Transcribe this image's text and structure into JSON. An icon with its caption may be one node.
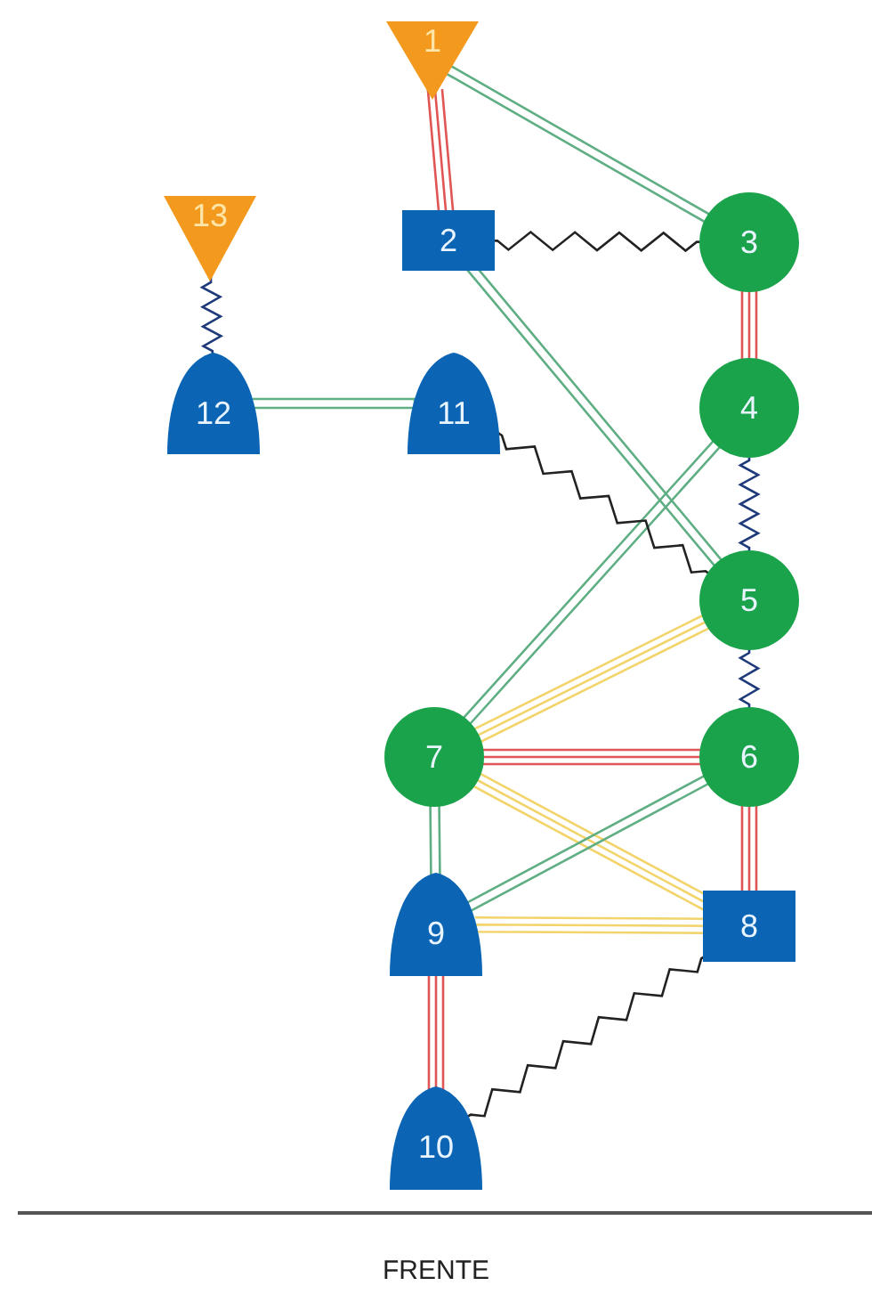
{
  "diagram": {
    "nodes": [
      {
        "text": [
          "1"
        ]
      },
      {
        "text": [
          "2"
        ]
      },
      {
        "text": [
          "3"
        ]
      },
      {
        "text": [
          "4"
        ]
      },
      {
        "text": [
          "5"
        ]
      },
      {
        "text": [
          "6"
        ]
      },
      {
        "text": [
          "7"
        ]
      },
      {
        "text": [
          "8"
        ]
      },
      {
        "text": [
          "9"
        ]
      },
      {
        "text": [
          "10"
        ]
      },
      {
        "text": [
          "11"
        ]
      },
      {
        "text": [
          "12"
        ]
      },
      {
        "text": [
          "13"
        ]
      }
    ],
    "edges": [
      {
        "from": 0,
        "to": 1,
        "arrow": "none",
        "color": "#e05555"
      },
      {
        "from": 0,
        "to": 2,
        "arrow": "none",
        "color": "#5fae84"
      },
      {
        "from": 1,
        "to": 2,
        "arrow": "none",
        "color": "#222222"
      },
      {
        "from": 1,
        "to": 4,
        "arrow": "none",
        "color": "#5fae84"
      },
      {
        "from": 2,
        "to": 3,
        "arrow": "none",
        "color": "#e05555"
      },
      {
        "from": 3,
        "to": 4,
        "arrow": "none",
        "color": "#1f3a7a"
      },
      {
        "from": 3,
        "to": 6,
        "arrow": "none",
        "color": "#5fae84"
      },
      {
        "from": 10,
        "to": 4,
        "arrow": "none",
        "color": "#222222"
      },
      {
        "from": 11,
        "to": 10,
        "arrow": "none",
        "color": "#5fae84"
      },
      {
        "from": 12,
        "to": 11,
        "arrow": "none",
        "color": "#1f3a7a"
      },
      {
        "from": 6,
        "to": 4,
        "arrow": "none",
        "color": "#f2d46a"
      },
      {
        "from": 4,
        "to": 5,
        "arrow": "none",
        "color": "#1f3a7a"
      },
      {
        "from": 6,
        "to": 5,
        "arrow": "none",
        "color": "#e05555"
      },
      {
        "from": 6,
        "to": 7,
        "arrow": "none",
        "color": "#f2d46a"
      },
      {
        "from": 5,
        "to": 8,
        "arrow": "none",
        "color": "#5fae84"
      },
      {
        "from": 5,
        "to": 7,
        "arrow": "none",
        "color": "#e05555"
      },
      {
        "from": 6,
        "to": 8,
        "arrow": "none",
        "color": "#5fae84"
      },
      {
        "from": 8,
        "to": 7,
        "arrow": "none",
        "color": "#f2d46a"
      },
      {
        "from": 8,
        "to": 9,
        "arrow": "none",
        "color": "#e05555"
      },
      {
        "from": 9,
        "to": 7,
        "arrow": "none",
        "color": "#222222"
      }
    ],
    "labels": [
      "FRENTE"
    ]
  }
}
